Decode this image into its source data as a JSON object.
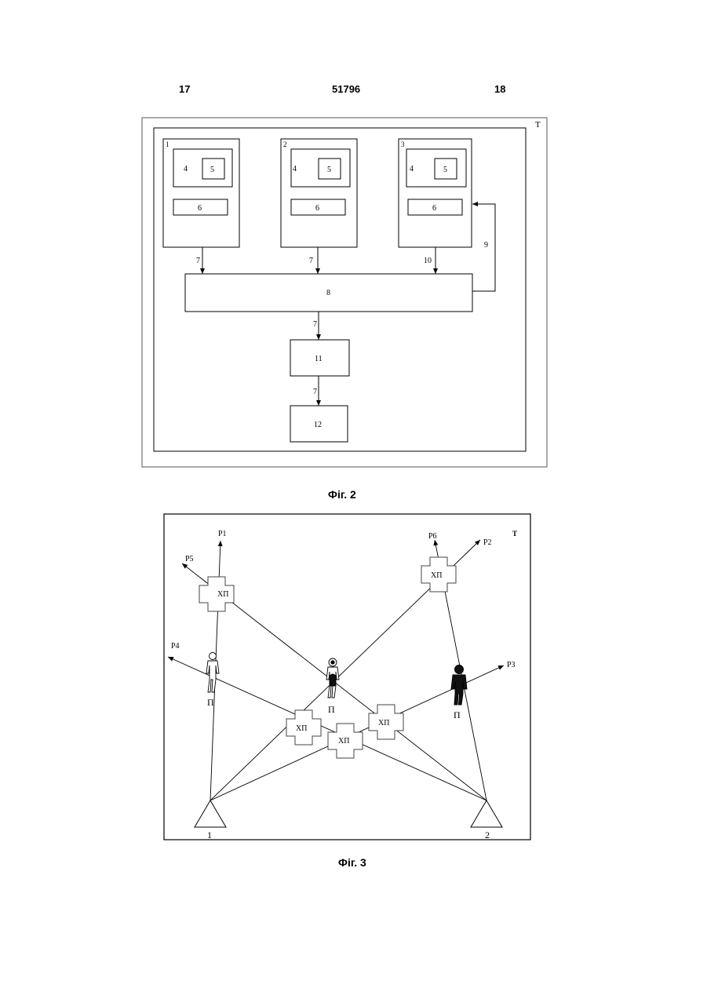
{
  "header": {
    "left_page": "17",
    "patent_number": "51796",
    "right_page": "18"
  },
  "figure2": {
    "caption": "Фіг. 2",
    "corner_label": "T",
    "units": [
      {
        "id": "1",
        "inner": "4",
        "core": "5",
        "lower": "6"
      },
      {
        "id": "2",
        "inner": "4",
        "core": "5",
        "lower": "6"
      },
      {
        "id": "3",
        "inner": "4",
        "core": "5",
        "lower": "6"
      }
    ],
    "links": {
      "a": "7",
      "b": "7",
      "c": "10",
      "feedback": "9",
      "d": "7",
      "e": "7"
    },
    "blocks": {
      "hub": "8",
      "mid": "11",
      "bottom": "12"
    }
  },
  "figure3": {
    "caption": "Фіг. 3",
    "corner_label": "T",
    "rays": [
      "P1",
      "P2",
      "P3",
      "P4",
      "P5",
      "P6"
    ],
    "obstacle_label": "ХП",
    "person_label": "П",
    "stations": [
      "1",
      "2"
    ]
  }
}
